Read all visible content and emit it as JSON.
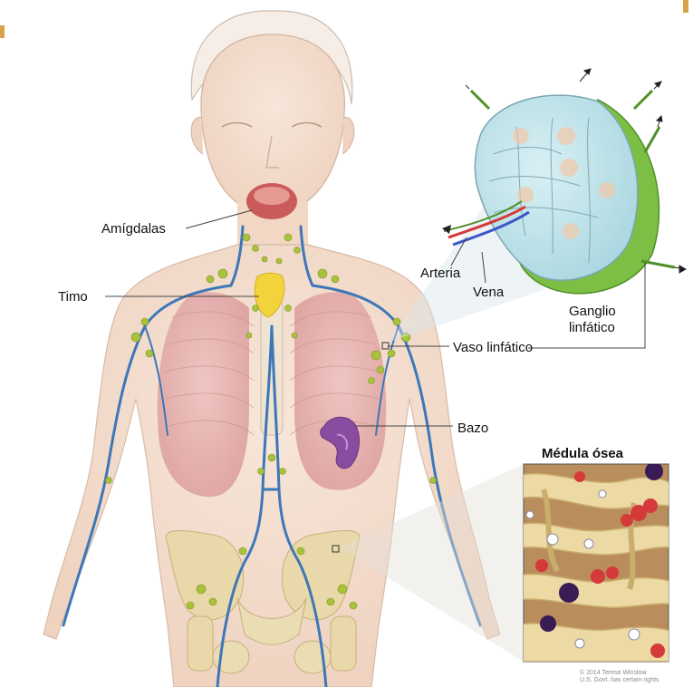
{
  "labels": {
    "amigdalas": "Amígdalas",
    "timo": "Timo",
    "arteria": "Arteria",
    "vena": "Vena",
    "ganglio_line1": "Ganglio",
    "ganglio_line2": "linfático",
    "vaso": "Vaso linfático",
    "bazo": "Bazo",
    "medula": "Médula ósea"
  },
  "credit": {
    "line1": "© 2014 Terese Winslow",
    "line2": "U.S. Govt. has certain rights"
  },
  "colors": {
    "skin": "#f3dccb",
    "lungs": "#e2a9a8",
    "vessels": "#3d77b8",
    "nodes": "#a9c23c",
    "thymus": "#f2d33b",
    "spleen": "#8a4ca0",
    "bone": "#e8d6a3",
    "node_shell": "#7cbf45",
    "node_interior": "#bfe2ea"
  }
}
